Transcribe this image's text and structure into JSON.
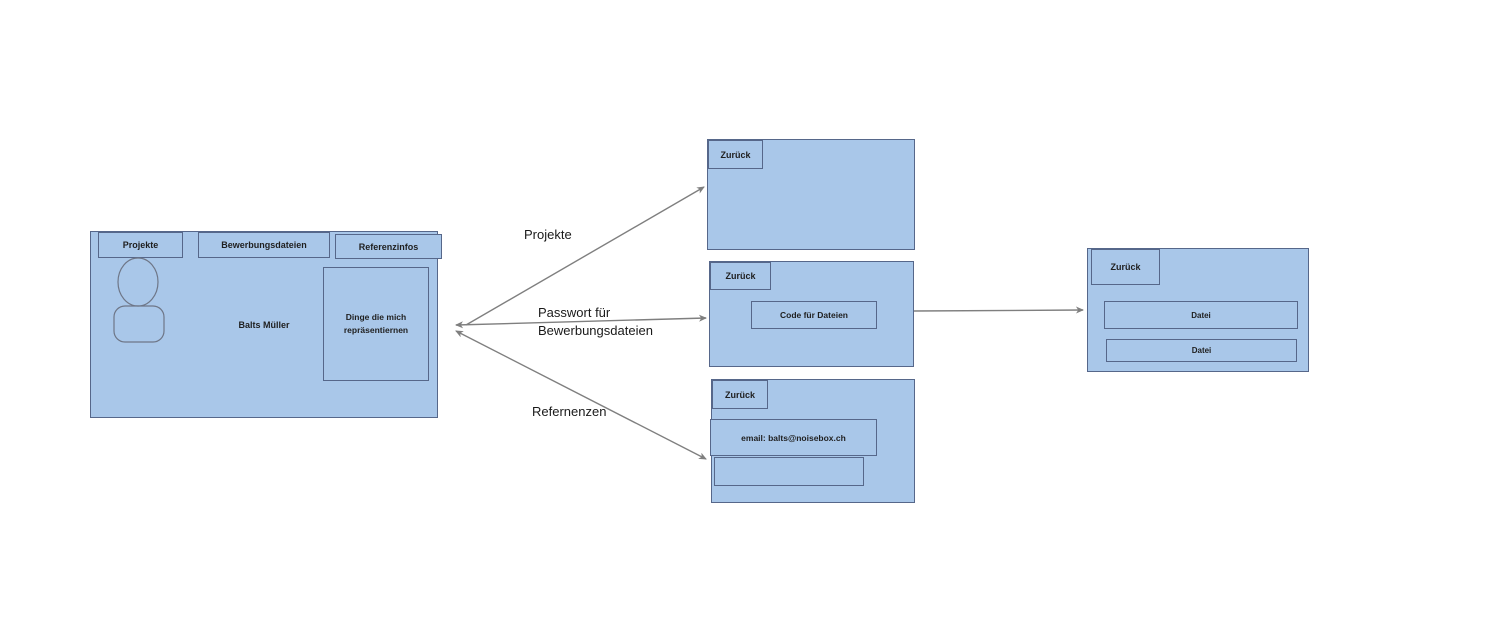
{
  "theme": {
    "canvas_bg": "#ffffff",
    "box_fill": "#a9c7e9",
    "box_border": "#56678a",
    "arrow_color": "#7f7f7f",
    "icon_stroke": "#6e7687"
  },
  "profile_card": {
    "tabs": [
      {
        "label": "Projekte"
      },
      {
        "label": "Bewerbungsdateien"
      },
      {
        "label": "Referenzinfos"
      }
    ],
    "name": "Balts Müller",
    "dinge_box": "Dinge die mich repräsentiernen"
  },
  "arrow_labels": {
    "projekte": "Projekte",
    "passwort_line1": "Passwort für",
    "passwort_line2": "Bewerbungsdateien",
    "referenzen": "Refernenzen"
  },
  "pages": {
    "projekte": {
      "back": "Zurück"
    },
    "passwort": {
      "back": "Zurück",
      "code_field": "Code für Dateien"
    },
    "referenzen": {
      "back": "Zurück",
      "email_field": "email: balts@noisebox.ch"
    },
    "datei": {
      "back": "Zurück",
      "files": [
        "Datei",
        "Datei"
      ]
    }
  }
}
